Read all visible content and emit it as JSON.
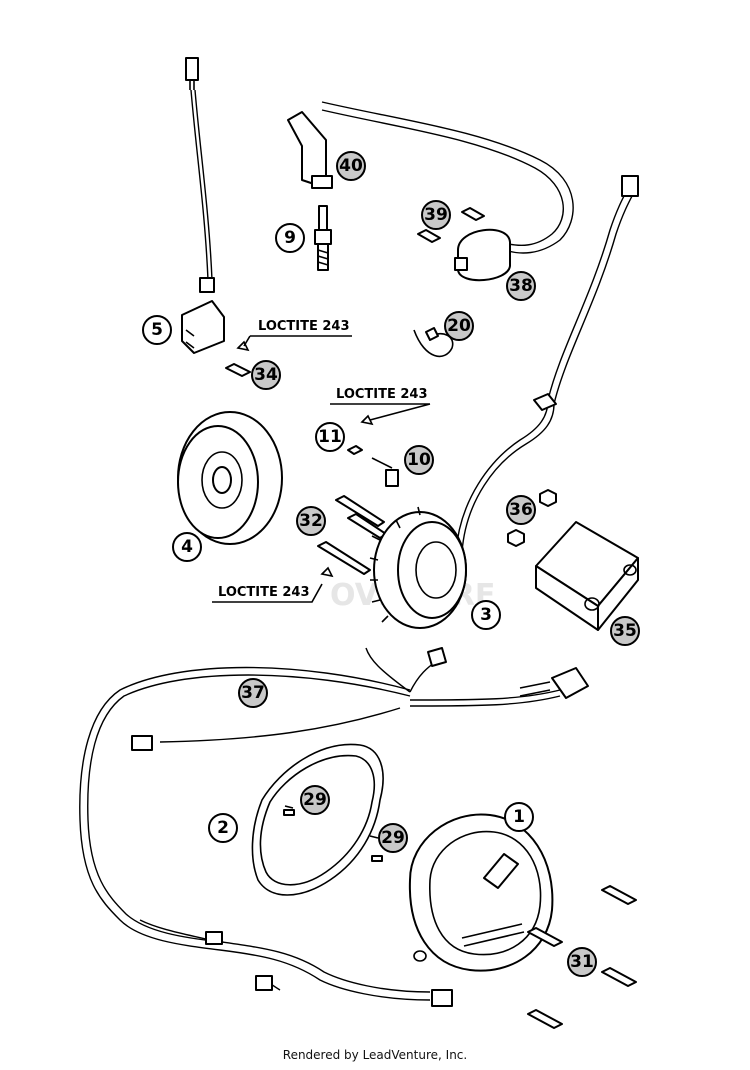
{
  "callouts": {
    "c1": "1",
    "c2": "2",
    "c3": "3",
    "c4": "4",
    "c5": "5",
    "c9": "9",
    "c10": "10",
    "c11": "11",
    "c20": "20",
    "c29a": "29",
    "c29b": "29",
    "c31": "31",
    "c32": "32",
    "c34": "34",
    "c35": "35",
    "c36": "36",
    "c37": "37",
    "c38": "38",
    "c39": "39",
    "c40": "40"
  },
  "notes": {
    "loctite_top": "LOCTITE 243",
    "loctite_mid": "LOCTITE 243",
    "loctite_low": "LOCTITE 243"
  },
  "watermark": "OVERTIRE",
  "footer": "Rendered by LeadVenture, Inc."
}
